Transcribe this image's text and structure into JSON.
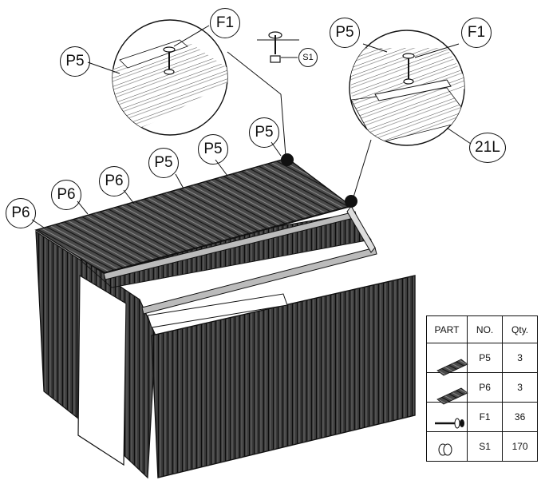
{
  "callouts": {
    "detail_left_f1": "F1",
    "detail_left_p5": "P5",
    "detail_left_s1": "S1",
    "detail_right_p5": "P5",
    "detail_right_f1": "F1",
    "detail_right_21l": "21L",
    "roof_p6_a": "P6",
    "roof_p6_b": "P6",
    "roof_p6_c": "P6",
    "roof_p5_a": "P5",
    "roof_p5_b": "P5",
    "roof_p5_c": "P5"
  },
  "parts_table": {
    "headers": [
      "PART",
      "NO.",
      "Qty."
    ],
    "rows": [
      {
        "icon": "p5-panel-icon",
        "no": "P5",
        "qty": "3"
      },
      {
        "icon": "p6-panel-icon",
        "no": "P6",
        "qty": "3"
      },
      {
        "icon": "screw-washer-icon",
        "no": "F1",
        "qty": "36"
      },
      {
        "icon": "washer-icon",
        "no": "S1",
        "qty": "170"
      }
    ]
  }
}
